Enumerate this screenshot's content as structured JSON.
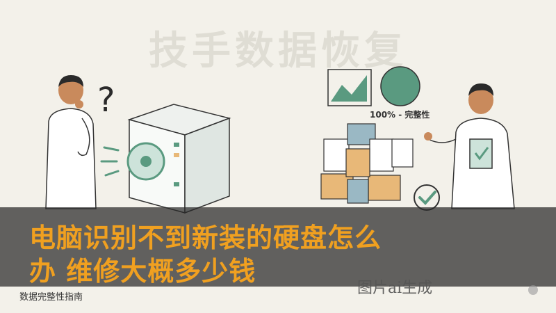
{
  "illustration": {
    "background_heading": "技手数据恢复",
    "chart_caption": "100% - 完整性",
    "watermark": "图片ai生成"
  },
  "headline": {
    "line1": "电脑识别不到新装的硬盘怎么",
    "line2": "办 维修大概多少钱"
  },
  "footer": {
    "site_label": "数据完整性指南"
  },
  "colors": {
    "teal": "#5a9a80",
    "headline": "#f0a020",
    "folder": "#e8b878",
    "skin": "#c98a5c"
  }
}
